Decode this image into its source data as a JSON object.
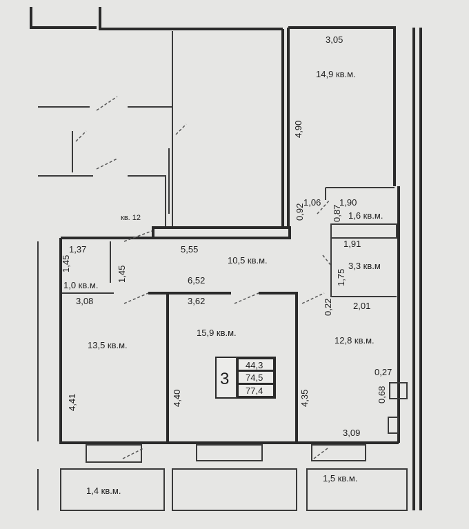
{
  "rooms": {
    "r1": "14,9 кв.м.",
    "r2": "1,6 кв.м.",
    "r3": "10,5 кв.м.",
    "r4": "3,3 кв.м",
    "r5": "1,0 кв.м.",
    "r6": "13,5 кв.м.",
    "r7": "15,9 кв.м.",
    "r8": "12,8 кв.м.",
    "r9": "1,4 кв.м.",
    "r10": "1,5 кв.м.",
    "neighbor": "кв. 12"
  },
  "dimensions": {
    "d305": "3,05",
    "d490": "4,90",
    "d106": "1,06",
    "d092": "0,92",
    "d087": "0,87",
    "d190": "1,90",
    "d555": "5,55",
    "d137": "1,37",
    "d145a": "1,45",
    "d145b": "1,45",
    "d191": "1,91",
    "d175": "1,75",
    "d652": "6,52",
    "d308": "3,08",
    "d362": "3,62",
    "d022": "0,22",
    "d201": "2,01",
    "d441": "4,41",
    "d440": "4,40",
    "d435": "4,35",
    "d027": "0,27",
    "d068": "0,68",
    "d309": "3,09"
  },
  "summary": {
    "rooms_count": "3",
    "living_area": "44,3",
    "total_area": "74,5",
    "total_with_balconies": "77,4"
  }
}
